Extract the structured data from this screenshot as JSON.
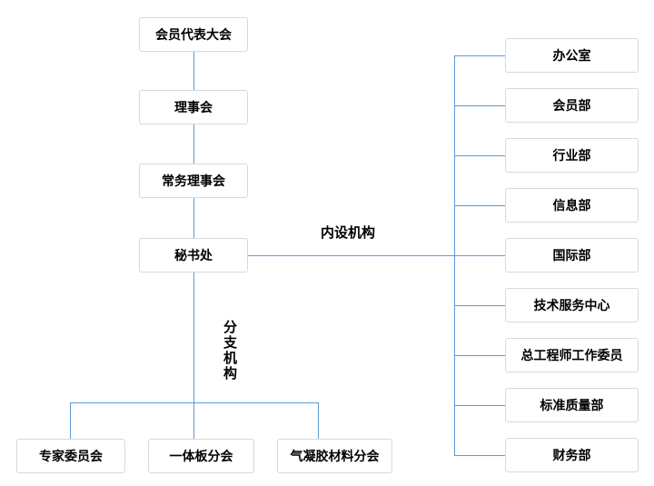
{
  "org_chart": {
    "governance_chain": [
      "会员代表大会",
      "理事会",
      "常务理事会",
      "秘书处"
    ],
    "internal_section_label": "内设机构",
    "branch_section_label": "分支机构",
    "internal_departments": [
      "办公室",
      "会员部",
      "行业部",
      "信息部",
      "国际部",
      "技术服务中心",
      "总工程师工作委员",
      "标准质量部",
      "财务部"
    ],
    "branch_organizations": [
      "专家委员会",
      "一体板分会",
      "气凝胶材料分会"
    ],
    "colors": {
      "connector_line": "#5b9bd5",
      "node_border": "#d9d9d9",
      "node_background": "#ffffff",
      "label_text": "#000000"
    }
  }
}
